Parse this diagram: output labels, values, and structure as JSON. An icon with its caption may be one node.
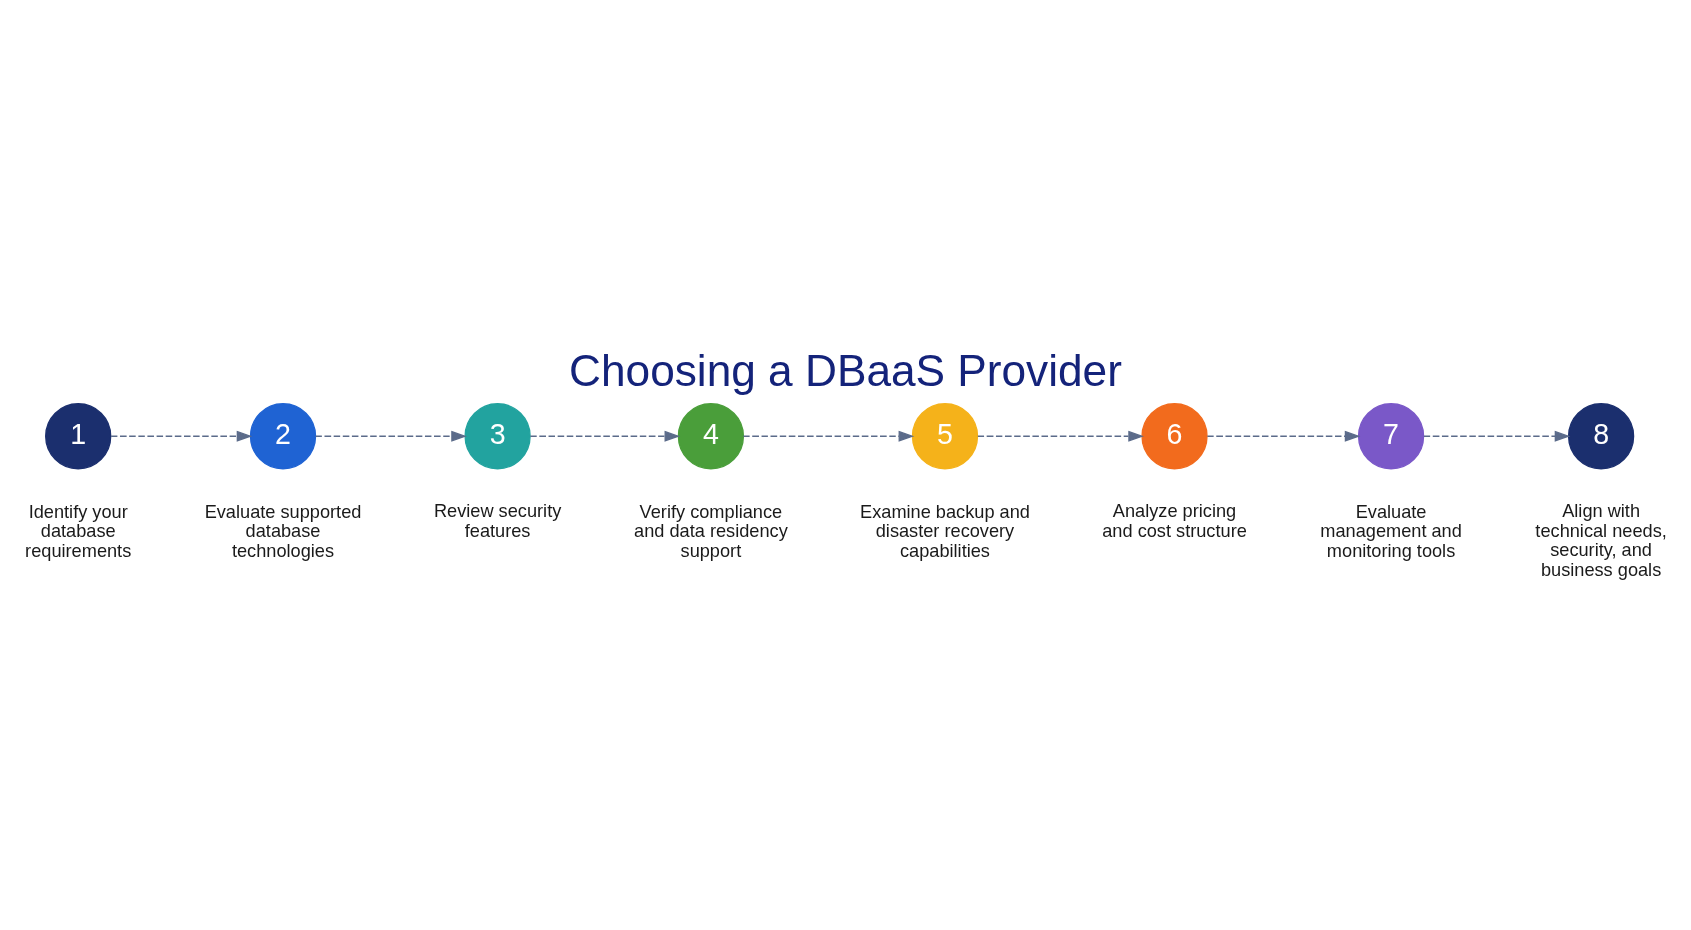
{
  "diagram": {
    "title": "Choosing a DBaaS Provider",
    "nodes": [
      {
        "text": [
          "1"
        ],
        "beside": [
          "Identify your database requirements"
        ]
      },
      {
        "text": [
          "2"
        ],
        "beside": [
          "Evaluate supported database technologies"
        ]
      },
      {
        "text": [
          "3"
        ],
        "beside": [
          "Review security features"
        ]
      },
      {
        "text": [
          "4"
        ],
        "beside": [
          "Verify compliance and data residency support"
        ]
      },
      {
        "text": [
          "5"
        ],
        "beside": [
          "Examine backup and disaster recovery capabilities"
        ]
      },
      {
        "text": [
          "6"
        ],
        "beside": [
          "Analyze pricing and cost structure"
        ]
      },
      {
        "text": [
          "7"
        ],
        "beside": [
          "Evaluate management and monitoring tools"
        ]
      },
      {
        "text": [
          "8"
        ],
        "beside": [
          "Align with technical needs, security, and business goals"
        ]
      }
    ],
    "edges": [
      {
        "from": 0,
        "to": 1,
        "arrow": "to",
        "style": "dashed"
      },
      {
        "from": 1,
        "to": 2,
        "arrow": "to",
        "style": "dashed"
      },
      {
        "from": 2,
        "to": 3,
        "arrow": "to",
        "style": "dashed"
      },
      {
        "from": 3,
        "to": 4,
        "arrow": "to",
        "style": "dashed"
      },
      {
        "from": 4,
        "to": 5,
        "arrow": "to",
        "style": "dashed"
      },
      {
        "from": 5,
        "to": 6,
        "arrow": "to",
        "style": "dashed"
      },
      {
        "from": 6,
        "to": 7,
        "arrow": "to",
        "style": "dashed"
      }
    ]
  }
}
